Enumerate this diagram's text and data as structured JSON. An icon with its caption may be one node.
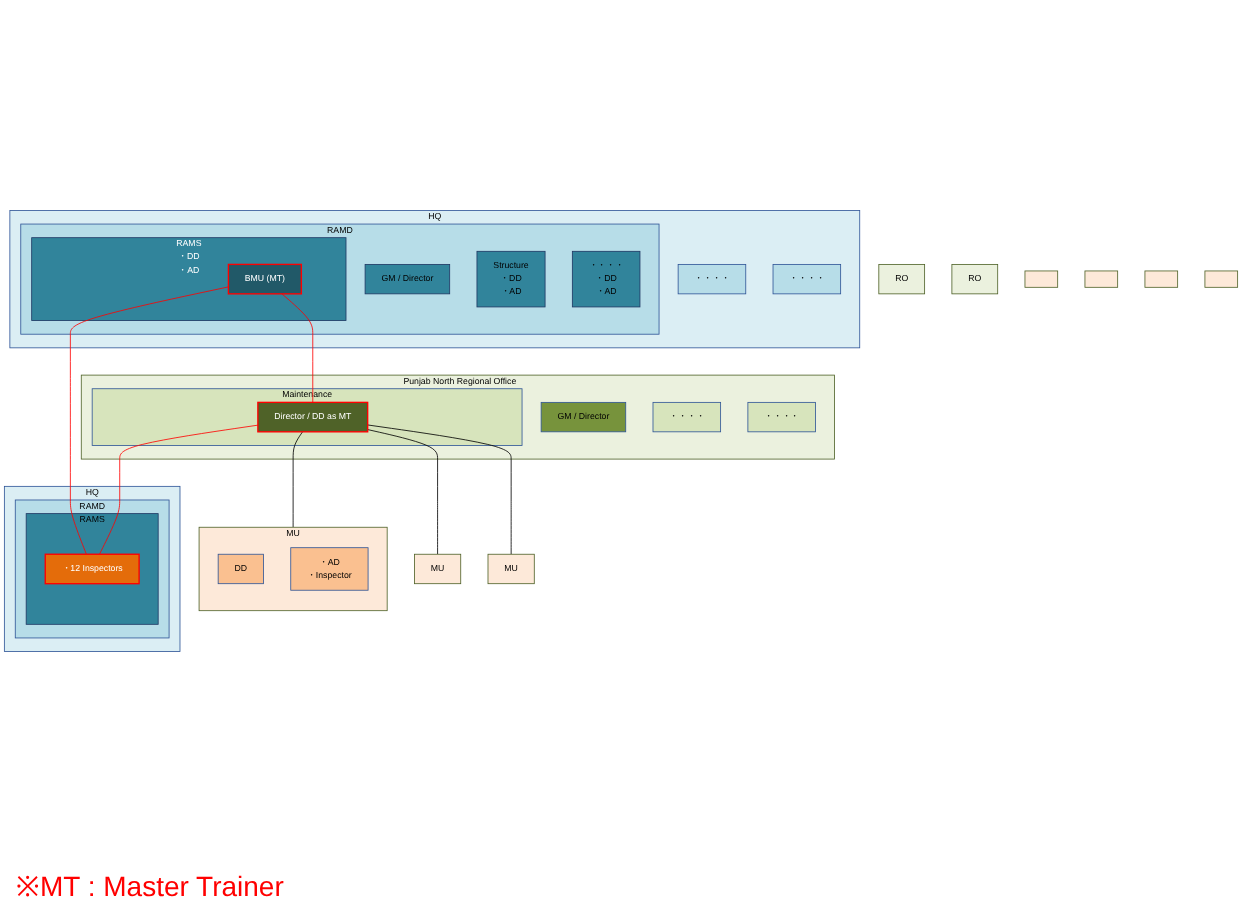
{
  "diagram": {
    "nodes": [
      {
        "text": [
          "HQ"
        ]
      },
      {
        "text": [
          "・・・・"
        ],
        "in": 0
      },
      {
        "text": [
          "・・・・"
        ],
        "in": 0
      },
      {
        "text": [
          "RAMD"
        ],
        "in": 0
      },
      {
        "text": [
          "GM / Director"
        ],
        "in": 3
      },
      {
        "text": [
          "Structure",
          "・DD",
          "・AD"
        ],
        "in": 3
      },
      {
        "text": [
          "RAMS",
          "・DD",
          "・AD"
        ],
        "in": 3
      },
      {
        "text": [
          "BMU (MT)"
        ],
        "in": 6
      },
      {
        "text": [
          "・・・・",
          "・DD",
          "・AD"
        ],
        "in": 3
      },
      {
        "text": [
          "RO"
        ]
      },
      {
        "text": [
          "RO"
        ]
      },
      {
        "text": [
          "Punjab North Regional Office"
        ]
      },
      {
        "text": [
          "GM / Director"
        ],
        "in": 11
      },
      {
        "text": [
          "・・・・"
        ],
        "in": 11
      },
      {
        "text": [
          "・・・・"
        ],
        "in": 11
      },
      {
        "text": [
          "Maintenance"
        ],
        "in": 11
      },
      {
        "text": [
          "Director / DD as MT"
        ],
        "in": 15
      },
      {
        "text": [],
        "shape": "box"
      },
      {
        "text": [],
        "shape": "box"
      },
      {
        "text": [],
        "shape": "box"
      },
      {
        "text": [],
        "shape": "box"
      },
      {
        "text": [
          "MU"
        ]
      },
      {
        "text": [
          "MU"
        ]
      },
      {
        "text": [
          "MU"
        ]
      },
      {
        "text": [
          "DD"
        ],
        "in": 23
      },
      {
        "text": [
          "・AD",
          "・Inspector"
        ],
        "in": 23
      },
      {
        "text": [
          "HQ"
        ]
      },
      {
        "text": [
          "RAMD"
        ],
        "in": 26
      },
      {
        "text": [
          "RAMS"
        ],
        "in": 27
      },
      {
        "text": [
          "・12 Inspectors"
        ],
        "in": 28
      }
    ],
    "edges": [
      {
        "from": 16,
        "to": 21,
        "arrow": "none"
      },
      {
        "from": 16,
        "to": 22,
        "arrow": "none"
      },
      {
        "from": 16,
        "to": 23,
        "arrow": "none"
      },
      {
        "from": 7,
        "to": 16,
        "arrow": "none",
        "color": "#ff0000"
      },
      {
        "from": 16,
        "to": 29,
        "arrow": "none",
        "color": "#ff0000"
      },
      {
        "from": 7,
        "to": 29,
        "arrow": "none",
        "color": "#ff0000"
      }
    ],
    "labels": [
      "※MT : Master Trainer"
    ]
  }
}
